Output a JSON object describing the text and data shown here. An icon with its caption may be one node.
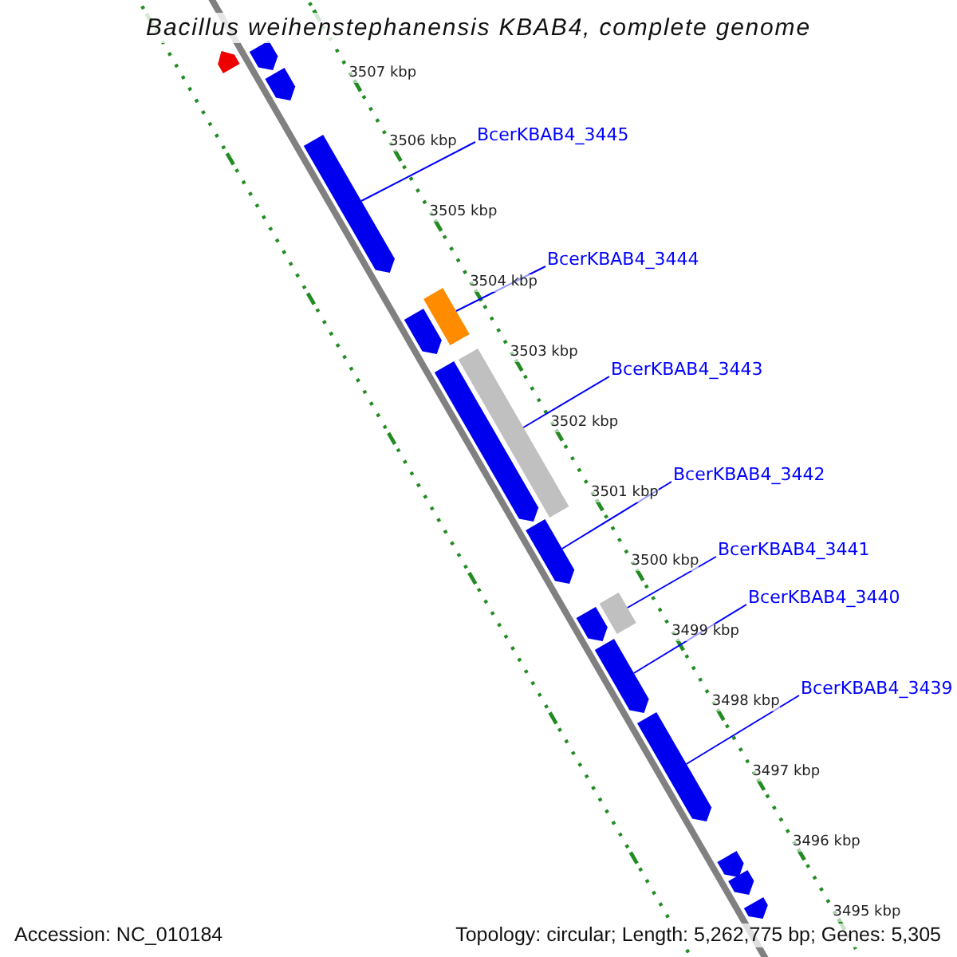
{
  "diagram": {
    "title": "Bacillus weihenstephanensis KBAB4, complete genome",
    "nodes": [
      {
        "text": [],
        "shape": "arrow"
      },
      {
        "text": [],
        "shape": "arrow"
      },
      {
        "text": [],
        "shape": "arrow"
      },
      {
        "text": [
          "BcerKBAB4_3445"
        ]
      },
      {
        "text": [],
        "shape": "arrow"
      },
      {
        "text": [
          "BcerKBAB4_3444"
        ]
      },
      {
        "text": [],
        "shape": "box"
      },
      {
        "text": [],
        "shape": "arrow"
      },
      {
        "text": [
          "BcerKBAB4_3443"
        ]
      },
      {
        "text": [],
        "shape": "box"
      },
      {
        "text": [],
        "shape": "arrow"
      },
      {
        "text": [
          "BcerKBAB4_3442"
        ]
      },
      {
        "text": [],
        "shape": "arrow"
      },
      {
        "text": [
          "BcerKBAB4_3441"
        ]
      },
      {
        "text": [
          "BcerKBAB4_3440"
        ]
      },
      {
        "text": [],
        "shape": "box"
      },
      {
        "text": [],
        "shape": "arrow"
      },
      {
        "text": [],
        "shape": "arrow"
      },
      {
        "text": [
          "BcerKBAB4_3439"
        ]
      },
      {
        "text": [],
        "shape": "arrow"
      },
      {
        "text": [],
        "shape": "arrow"
      },
      {
        "text": [],
        "shape": "arrow"
      },
      {
        "text": [],
        "shape": "arrow"
      }
    ],
    "edges": [
      {
        "from": 3,
        "to": 4,
        "arrow": "none"
      },
      {
        "from": 5,
        "to": 6,
        "arrow": "none"
      },
      {
        "from": 8,
        "to": 9,
        "arrow": "none"
      },
      {
        "from": 11,
        "to": 12,
        "arrow": "none"
      },
      {
        "from": 13,
        "to": 15,
        "arrow": "none"
      },
      {
        "from": 14,
        "to": 17,
        "arrow": "none"
      },
      {
        "from": 18,
        "to": 19,
        "arrow": "none"
      }
    ],
    "labels": [
      "3507 kbp",
      "3506 kbp",
      "3505 kbp",
      "3504 kbp",
      "3503 kbp",
      "3502 kbp",
      "3501 kbp",
      "3500 kbp",
      "3499 kbp",
      "3498 kbp",
      "3497 kbp",
      "3496 kbp",
      "3495 kbp",
      "Accession: NC_010184",
      "Topology: circular; Length: 5,262,775 bp; Genes: 5,305"
    ]
  }
}
